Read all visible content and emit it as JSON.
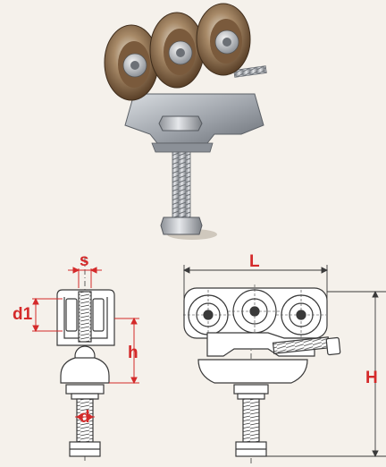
{
  "labels": {
    "s": "s",
    "d1": "d1",
    "h": "h",
    "d": "d",
    "L": "L",
    "H": "H"
  },
  "colors": {
    "background": "#f5f1eb",
    "dimension_label": "#d42a2a",
    "line_art": "#3a3a3a",
    "wheel_bronze": "#8a6a4a",
    "steel": "#b8bcc2"
  }
}
